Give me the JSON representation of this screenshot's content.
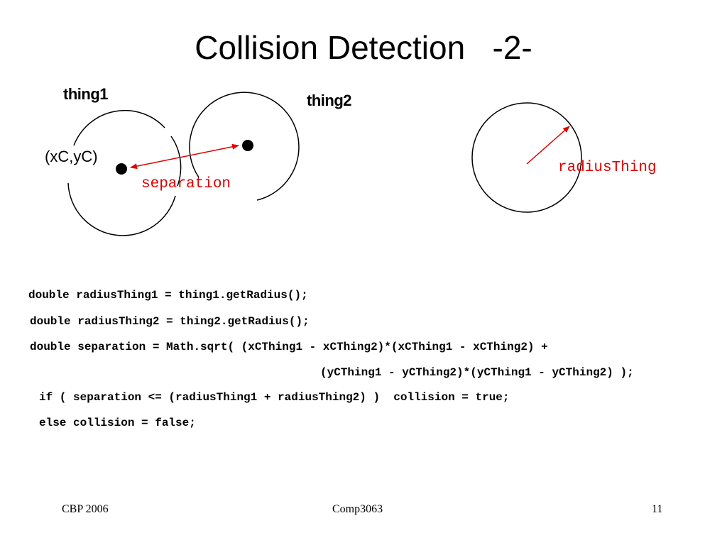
{
  "slide": {
    "title": "Collision Detection   -2-",
    "diagram": {
      "thing1_label": "thing1",
      "thing2_label": "thing2",
      "center_label": "(xC,yC)",
      "separation_label": "separation",
      "radius_label": "radiusThing",
      "accent_color": "#e00000"
    },
    "code_lines": [
      "double radiusThing1 = thing1.getRadius();",
      "double radiusThing2 = thing2.getRadius();",
      "double separation = Math.sqrt( (xCThing1 - xCThing2)*(xCThing1 - xCThing2) +",
      "(yCThing1 - yCThing2)*(yCThing1 - yCThing2) );",
      "if ( separation <= (radiusThing1 + radiusThing2) )  collision = true;",
      "else collision = false;"
    ],
    "footer": {
      "left": "CBP 2006",
      "center": "Comp3063",
      "right": "11"
    }
  }
}
